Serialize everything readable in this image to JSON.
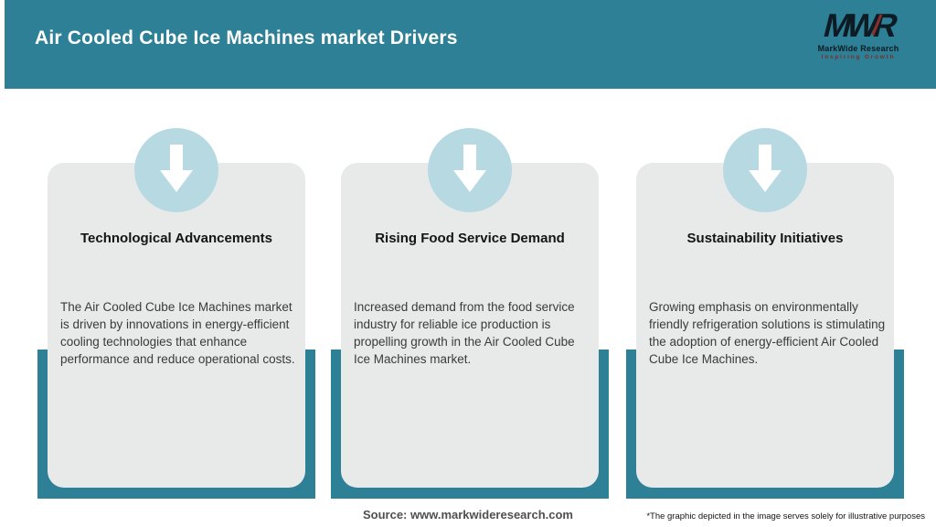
{
  "header": {
    "title": "Air Cooled Cube Ice Machines market Drivers",
    "logo": {
      "mark": "MWR",
      "name": "MarkWide Research",
      "tagline": "Inspiring Growth"
    }
  },
  "cards": [
    {
      "icon": "arrow-down-icon",
      "title": "Technological Advancements",
      "body": "The Air Cooled Cube Ice Machines market is driven by innovations in energy-efficient cooling technologies that enhance performance and reduce operational costs."
    },
    {
      "icon": "arrow-down-icon",
      "title": "Rising Food Service Demand",
      "body": "Increased demand from the food service industry for reliable ice production is propelling growth in the Air Cooled Cube Ice Machines market."
    },
    {
      "icon": "arrow-down-icon",
      "title": "Sustainability Initiatives",
      "body": "Growing emphasis on environmentally friendly refrigeration solutions is stimulating the adoption of energy-efficient Air Cooled Cube Ice Machines."
    }
  ],
  "footer": {
    "source": "Source: www.markwideresearch.com",
    "disclaimer": "*The graphic depicted in the image serves solely for illustrative purposes"
  },
  "colors": {
    "teal": "#2e8096",
    "card_background": "#e8eaea",
    "circle_blue": "#b7d9e2",
    "logo_dark": "#0d1b24",
    "logo_red": "#7c2d26"
  }
}
